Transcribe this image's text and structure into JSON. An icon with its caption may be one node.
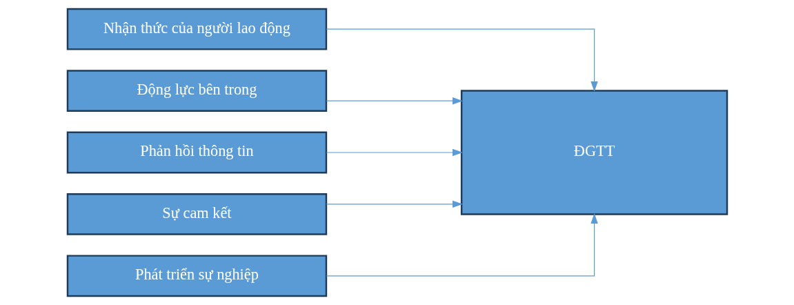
{
  "diagram": {
    "nodes": [
      {
        "text": [
          "Nhận thức của người lao động"
        ]
      },
      {
        "text": [
          "Động lực bên trong"
        ]
      },
      {
        "text": [
          "Phản hồi thông tin"
        ]
      },
      {
        "text": [
          "Sự cam kết"
        ]
      },
      {
        "text": [
          "Phát triển sự nghiệp"
        ]
      },
      {
        "text": [
          "ĐGTT"
        ]
      }
    ],
    "edges": [
      {
        "from": 0,
        "to": 5,
        "arrow": "to"
      },
      {
        "from": 1,
        "to": 5,
        "arrow": "to"
      },
      {
        "from": 2,
        "to": 5,
        "arrow": "to"
      },
      {
        "from": 3,
        "to": 5,
        "arrow": "to"
      },
      {
        "from": 4,
        "to": 5,
        "arrow": "to"
      }
    ]
  }
}
